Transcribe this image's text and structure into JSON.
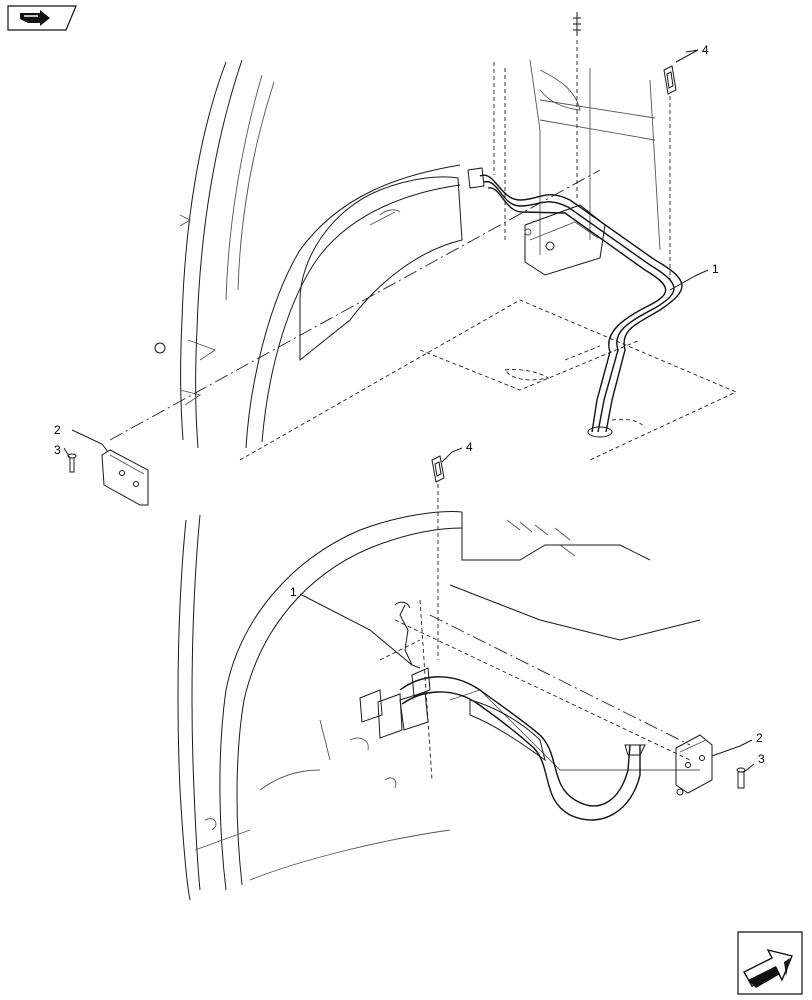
{
  "colors": {
    "ink": "#111111",
    "background": "#ffffff"
  },
  "navigation": {
    "back_icon": "return-arrow-icon",
    "next_icon": "next-arrow-icon"
  },
  "callouts": {
    "top": [
      {
        "item": "1",
        "part": "wiring-harness"
      },
      {
        "item": "2",
        "part": "bracket"
      },
      {
        "item": "3",
        "part": "screw"
      },
      {
        "item": "4",
        "part": "cable-tie"
      }
    ],
    "bottom": [
      {
        "item": "1",
        "part": "wiring-harness"
      },
      {
        "item": "2",
        "part": "bracket"
      },
      {
        "item": "3",
        "part": "screw"
      },
      {
        "item": "4",
        "part": "cable-tie"
      }
    ]
  }
}
